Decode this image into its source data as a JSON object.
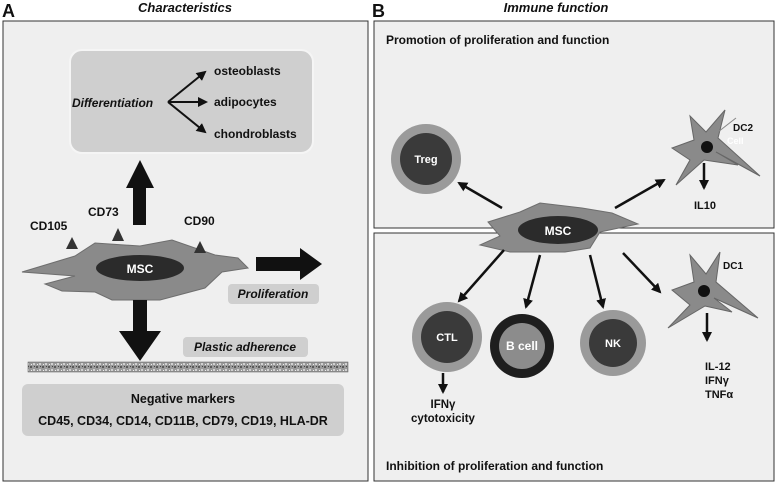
{
  "panel_a": {
    "letter": "A",
    "title": "Characteristics",
    "differentiation": {
      "label": "Differentiation",
      "targets": [
        "osteoblasts",
        "adipocytes",
        "chondroblasts"
      ]
    },
    "surface_markers": [
      "CD105",
      "CD73",
      "CD90"
    ],
    "cell_label": "MSC",
    "proliferation": "Proliferation",
    "plastic_adherence": "Plastic adherence",
    "negative_markers": {
      "title": "Negative markers",
      "list": "CD45, CD34, CD14, CD11B, CD79, CD19, HLA-DR"
    }
  },
  "panel_b": {
    "letter": "B",
    "title": "Immune function",
    "promotion_title": "Promotion of  proliferation and function",
    "inhibition_title": "Inhibition of proliferation and function",
    "cell_label": "MSC",
    "treg": "Treg",
    "dc2": "DC2",
    "dc2_inner": "Cell",
    "il10": "IL10",
    "ctl": "CTL",
    "ctl_outputs": [
      "IFNγ",
      "cytotoxicity"
    ],
    "bcell": "B cell",
    "nk": "NK",
    "dc1": "DC1",
    "dc1_outputs": [
      "IL-12",
      "IFNγ",
      "TNFα"
    ]
  }
}
